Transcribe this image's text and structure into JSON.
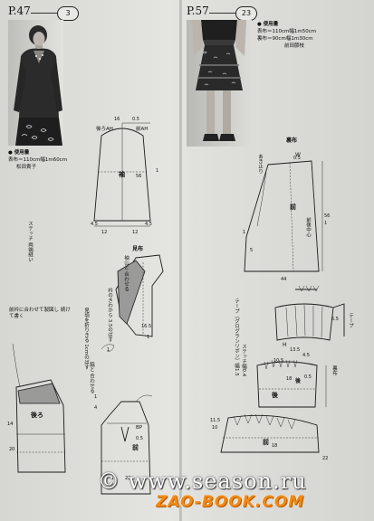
{
  "left_page": {
    "page_ref": "P.47",
    "pattern_number": "3",
    "materials_heading": "● 使用量",
    "materials_line1": "表布＝110cm幅1m60cm",
    "designer": "松田貴子",
    "sleeve_label": "袖",
    "sleeve_back_ah": "後ろAH",
    "sleeve_front_ah": "前AH",
    "facing_label": "見布",
    "back_label": "後ろ",
    "front_label": "前",
    "note_collar": "前衿に合わせて製図し 続けて書く",
    "note_match": "袖山と 合わせる",
    "note_notch": "衿のきわから 3.5のばす",
    "note_stitch": "ステッチ 両端縫い",
    "note_lap": "見頃を折りきる 1cmのばす",
    "note_side": "脇と 合わせる",
    "bp_label": "BP"
  },
  "right_page": {
    "page_ref": "P.57",
    "pattern_number": "23",
    "materials_heading": "● 使用量",
    "materials_line1": "表布＝110cm幅1m50cm",
    "materials_line2": "裏布＝90cm幅1m30cm",
    "designer": "前田節枝",
    "lining_heading": "裏布",
    "front_label": "前",
    "back_label": "後",
    "front_back_center": "前後中心",
    "waist_label": "W",
    "hip_label": "H",
    "tape_label": "テープ",
    "tape_note": "テープ（グログランリボン）幅1.5",
    "stitch_note": "ステッチ幅0.4",
    "opening_note": "あき止り",
    "back_center": "裏布",
    "front_yoke": "前",
    "back_yoke": "後"
  },
  "watermark": {
    "line1": "© www.season.ru",
    "line2": "ZAO-BOOK.COM"
  }
}
